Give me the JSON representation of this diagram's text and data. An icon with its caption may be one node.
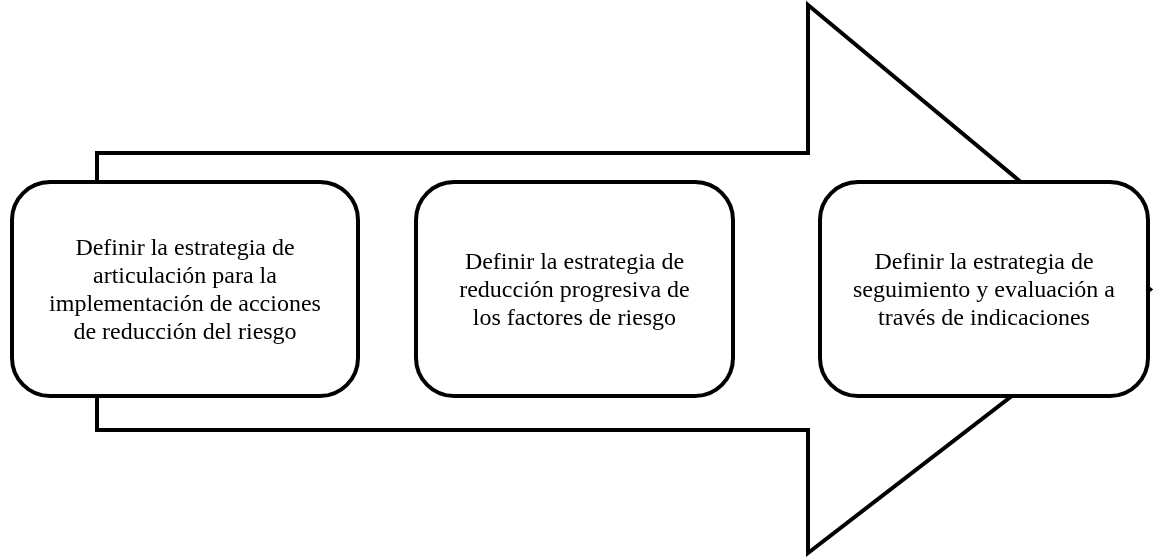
{
  "diagram": {
    "nodes": [
      {
        "text": [
          "Definir la estrategia de articulación para la implementación de acciones de reducción del riesgo"
        ]
      },
      {
        "text": [
          "Definir la estrategia de reducción progresiva de los factores de riesgo"
        ]
      },
      {
        "text": [
          "Definir la estrategia de seguimiento y evaluación a través de indicaciones"
        ]
      }
    ],
    "edges": [
      {
        "from": 0,
        "to": 2,
        "arrow": "to"
      }
    ]
  }
}
